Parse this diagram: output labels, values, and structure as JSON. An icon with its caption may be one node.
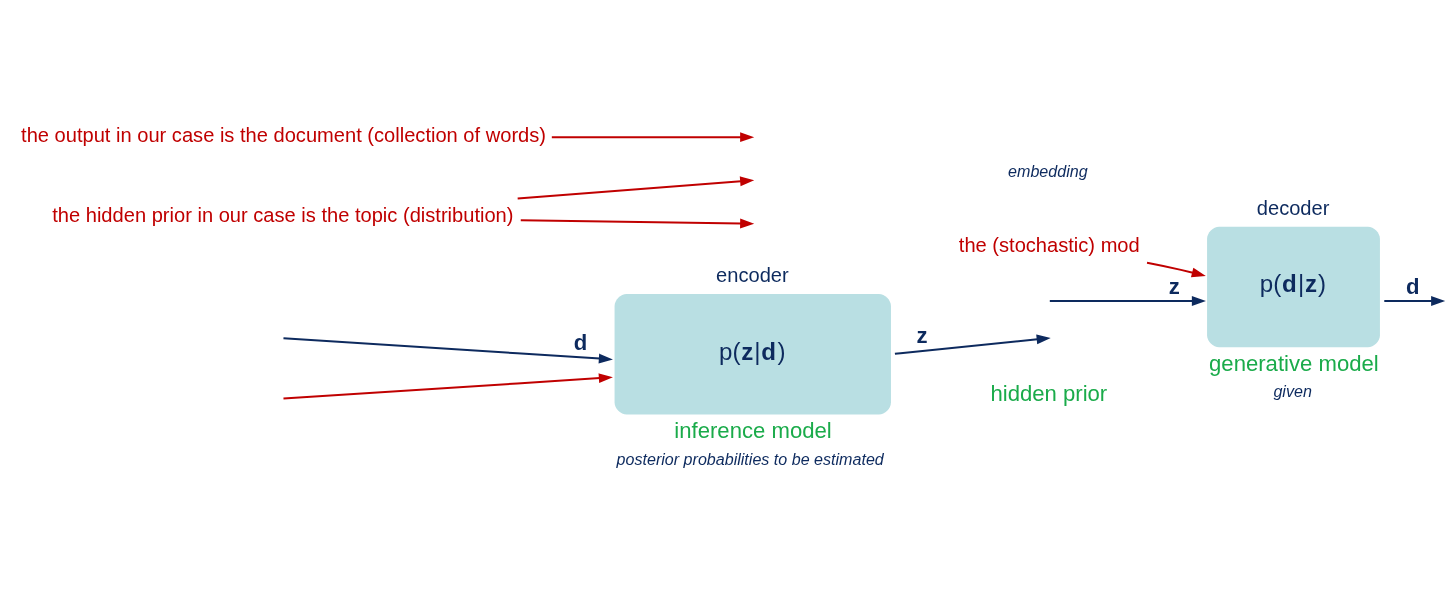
{
  "diagram": {
    "nodes": [
      {
        "text": [
          "encoder",
          "p(**z**|**d**)"
        ],
        "beside": [
          "inference model",
          "posterior probabilities to be estimated"
        ]
      },
      {
        "text": [
          "decoder",
          "p(**d**|**z**)"
        ],
        "beside": [
          "generative model",
          "given"
        ]
      },
      {
        "text": [
          "the hidden prior in our case is the topic (distribution)"
        ]
      },
      {
        "text": [
          "the output in our case is the document (collection of words)"
        ]
      },
      {
        "text": [
          "the (stochastic) mod"
        ]
      }
    ],
    "edges": [
      {
        "from": null,
        "to": 0,
        "arrow": "to",
        "label": "d",
        "color": "#0d2a5e"
      },
      {
        "from": null,
        "to": 0,
        "arrow": "to",
        "color": "#c00000"
      },
      {
        "from": null,
        "to": 1,
        "arrow": "to",
        "label": "z",
        "color": "#0d2a5e"
      },
      {
        "from": 1,
        "to": null,
        "arrow": "to",
        "label": "d",
        "color": "#0d2a5e"
      },
      {
        "from": 2,
        "to": null,
        "arrow": "to",
        "color": "#c00000"
      },
      {
        "from": 2,
        "to": null,
        "arrow": "to",
        "color": "#c00000"
      },
      {
        "from": 3,
        "to": null,
        "arrow": "to",
        "color": "#c00000"
      },
      {
        "from": 0,
        "to": null,
        "arrow": "to",
        "label": "z",
        "color": "#0d2a5e"
      },
      {
        "from": 4,
        "to": 1,
        "arrow": "to",
        "color": "#c00000"
      }
    ],
    "labels": [
      "hidden prior",
      "embedding"
    ]
  }
}
